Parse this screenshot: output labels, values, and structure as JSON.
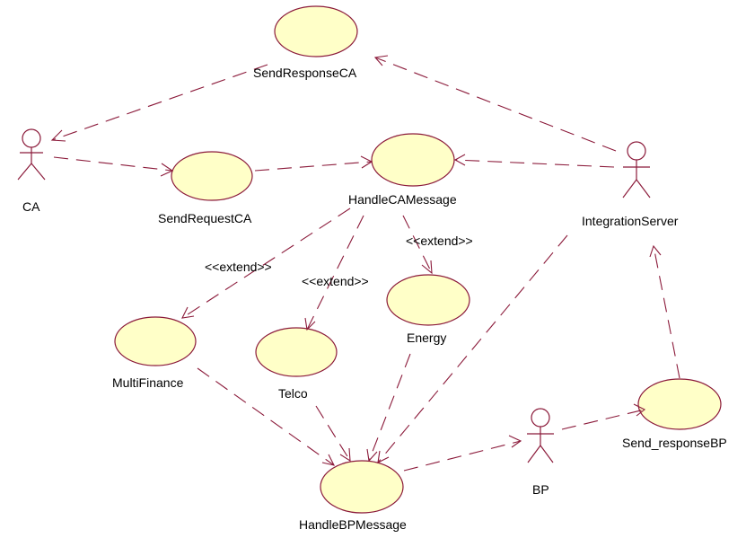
{
  "diagram": {
    "actors": {
      "ca": "CA",
      "integration_server": "IntegrationServer",
      "bp": "BP"
    },
    "use_cases": {
      "send_response_ca": "SendResponseCA",
      "send_request_ca": "SendRequestCA",
      "handle_ca_message": "HandleCAMessage",
      "multifinance": "MultiFinance",
      "telco": "Telco",
      "energy": "Energy",
      "handle_bp_message": "HandleBPMessage",
      "send_response_bp": "Send_responseBP"
    },
    "stereotypes": {
      "extend_multifinance": "<<extend>>",
      "extend_telco": "<<extend>>",
      "extend_energy": "<<extend>>"
    },
    "colors": {
      "use_case_fill": "#ffffc8",
      "line": "#8b1a3a"
    }
  }
}
